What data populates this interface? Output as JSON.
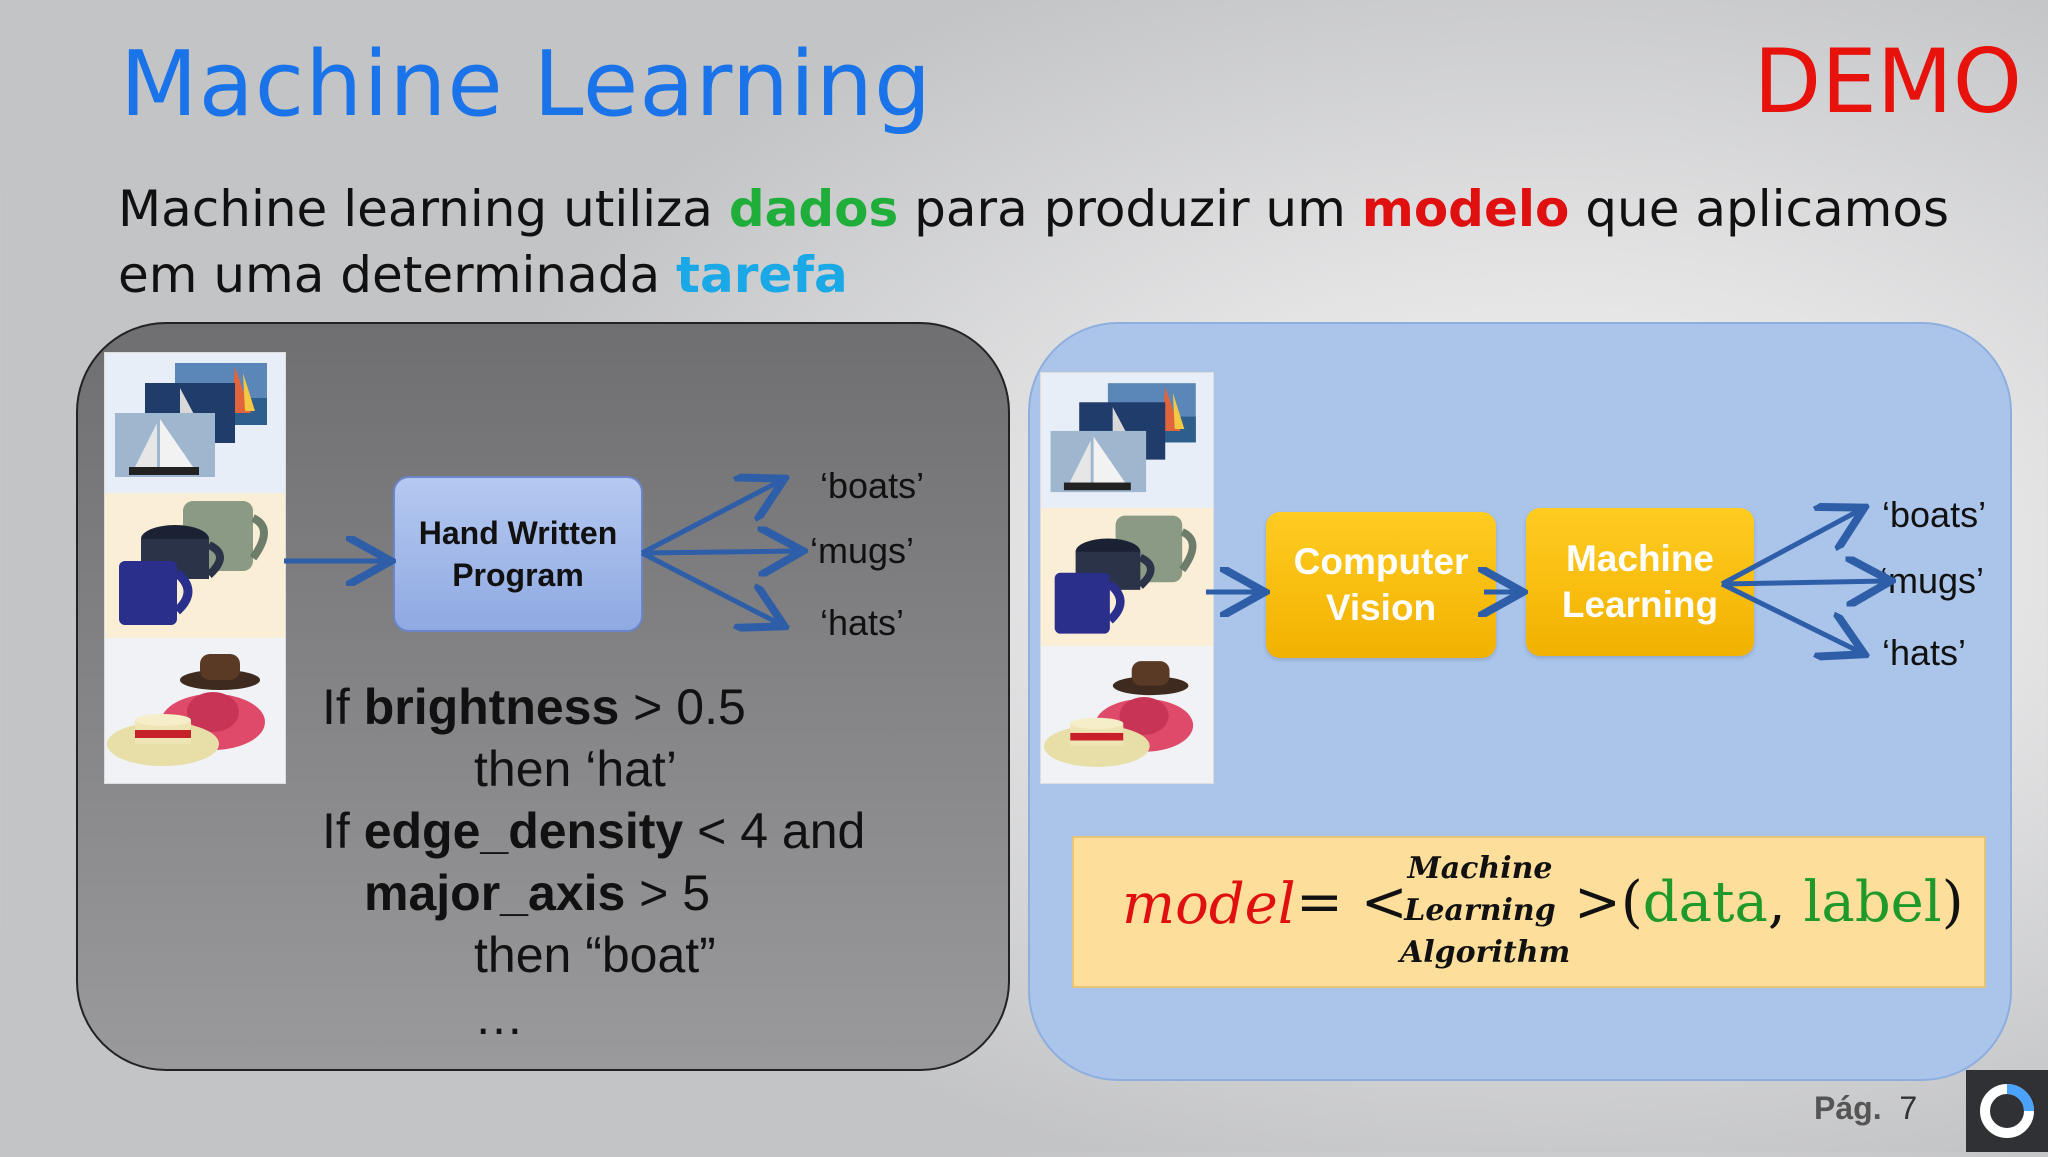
{
  "slide": {
    "title": "Machine Learning",
    "demo_label": "DEMO",
    "subtitle": {
      "part1": "Machine learning utiliza ",
      "data_word": "dados",
      "part2": " para produzir um ",
      "model_word": "modelo",
      "part3": " que aplicamos em uma determinada ",
      "task_word": "tarefa"
    },
    "colors": {
      "title": "#1a73e8",
      "demo": "#e8120c",
      "data": "#1fae3a",
      "model": "#e01010",
      "task": "#1aa9e6",
      "arrow": "#2f5ea8"
    }
  },
  "left_panel": {
    "program_label": "Hand Written Program",
    "outputs": [
      "‘boats’",
      "‘mugs’",
      "‘hats’"
    ],
    "code": {
      "line1_if": "If ",
      "line1_feature": "brightness",
      "line1_rest": " > 0.5",
      "line2": "then ‘hat’",
      "line3_if": "If ",
      "line3_feature": "edge_density",
      "line3_rest": " < 4 and",
      "line4_feature": "major_axis",
      "line4_rest": " > 5",
      "line5": "then “boat”",
      "line6": "…"
    }
  },
  "right_panel": {
    "box1": "Computer Vision",
    "box2": "Machine Learning",
    "outputs": [
      "‘boats’",
      "‘mugs’",
      "‘hats’"
    ],
    "formula": {
      "model": "model",
      "equals": "= <",
      "algo_line1": "Machine",
      "algo_line2": "Learning",
      "algo_line3": "Algorithm",
      "close": ">(",
      "data": "data",
      "comma": ", ",
      "label": "label",
      "paren": ")"
    }
  },
  "footer": {
    "page_label": "Pág.",
    "page_number": "7"
  },
  "icons": [
    "sailboat-image",
    "mug-image",
    "hat-image",
    "arrow-right-icon",
    "app-logo-icon"
  ]
}
